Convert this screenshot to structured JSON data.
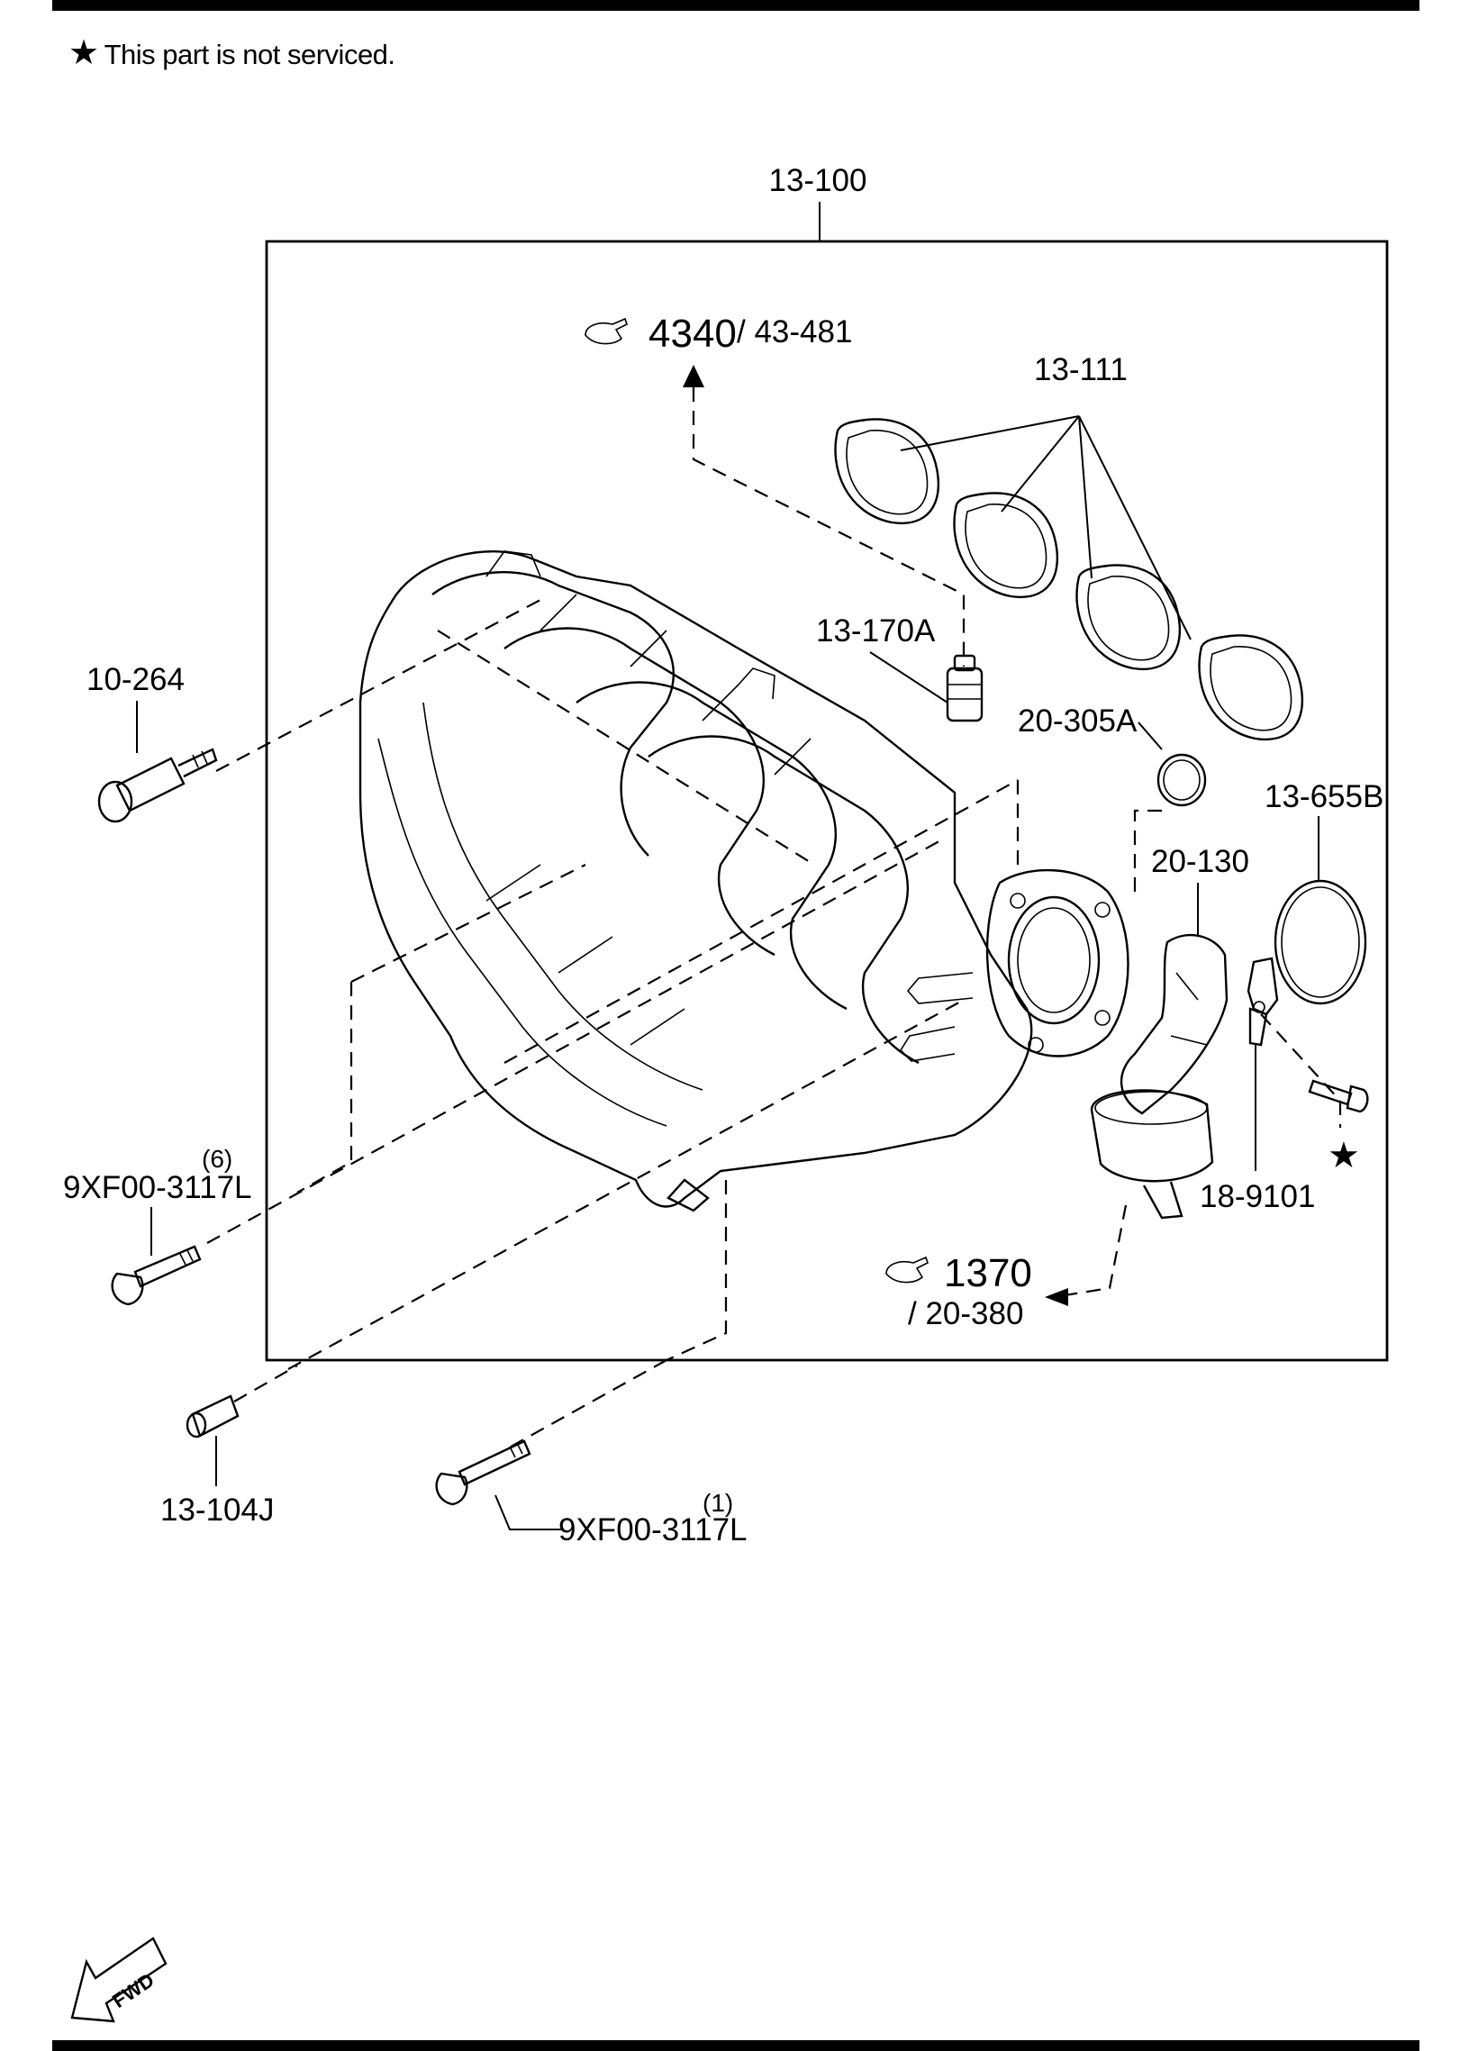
{
  "note": {
    "star": "★",
    "text": "This part is not serviced."
  },
  "callouts": {
    "assembly": "13-100",
    "ref_top_page": "4340",
    "ref_top_part": "/ 43-481",
    "gaskets": "13-111",
    "valve": "13-170A",
    "oring_small": "20-305A",
    "oring_large": "13-655B",
    "throttle_body": "20-130",
    "sensor": "18-9101",
    "ref_bottom_page": "1370",
    "ref_bottom_part": "/ 20-380",
    "vsv": "10-264",
    "bolt_a_qty": "(6)",
    "bolt_a": "9XF00-3117L",
    "dowel": "13-104J",
    "bolt_b_qty": "(1)",
    "bolt_b": "9XF00-3117L"
  },
  "fwd": "FWD"
}
